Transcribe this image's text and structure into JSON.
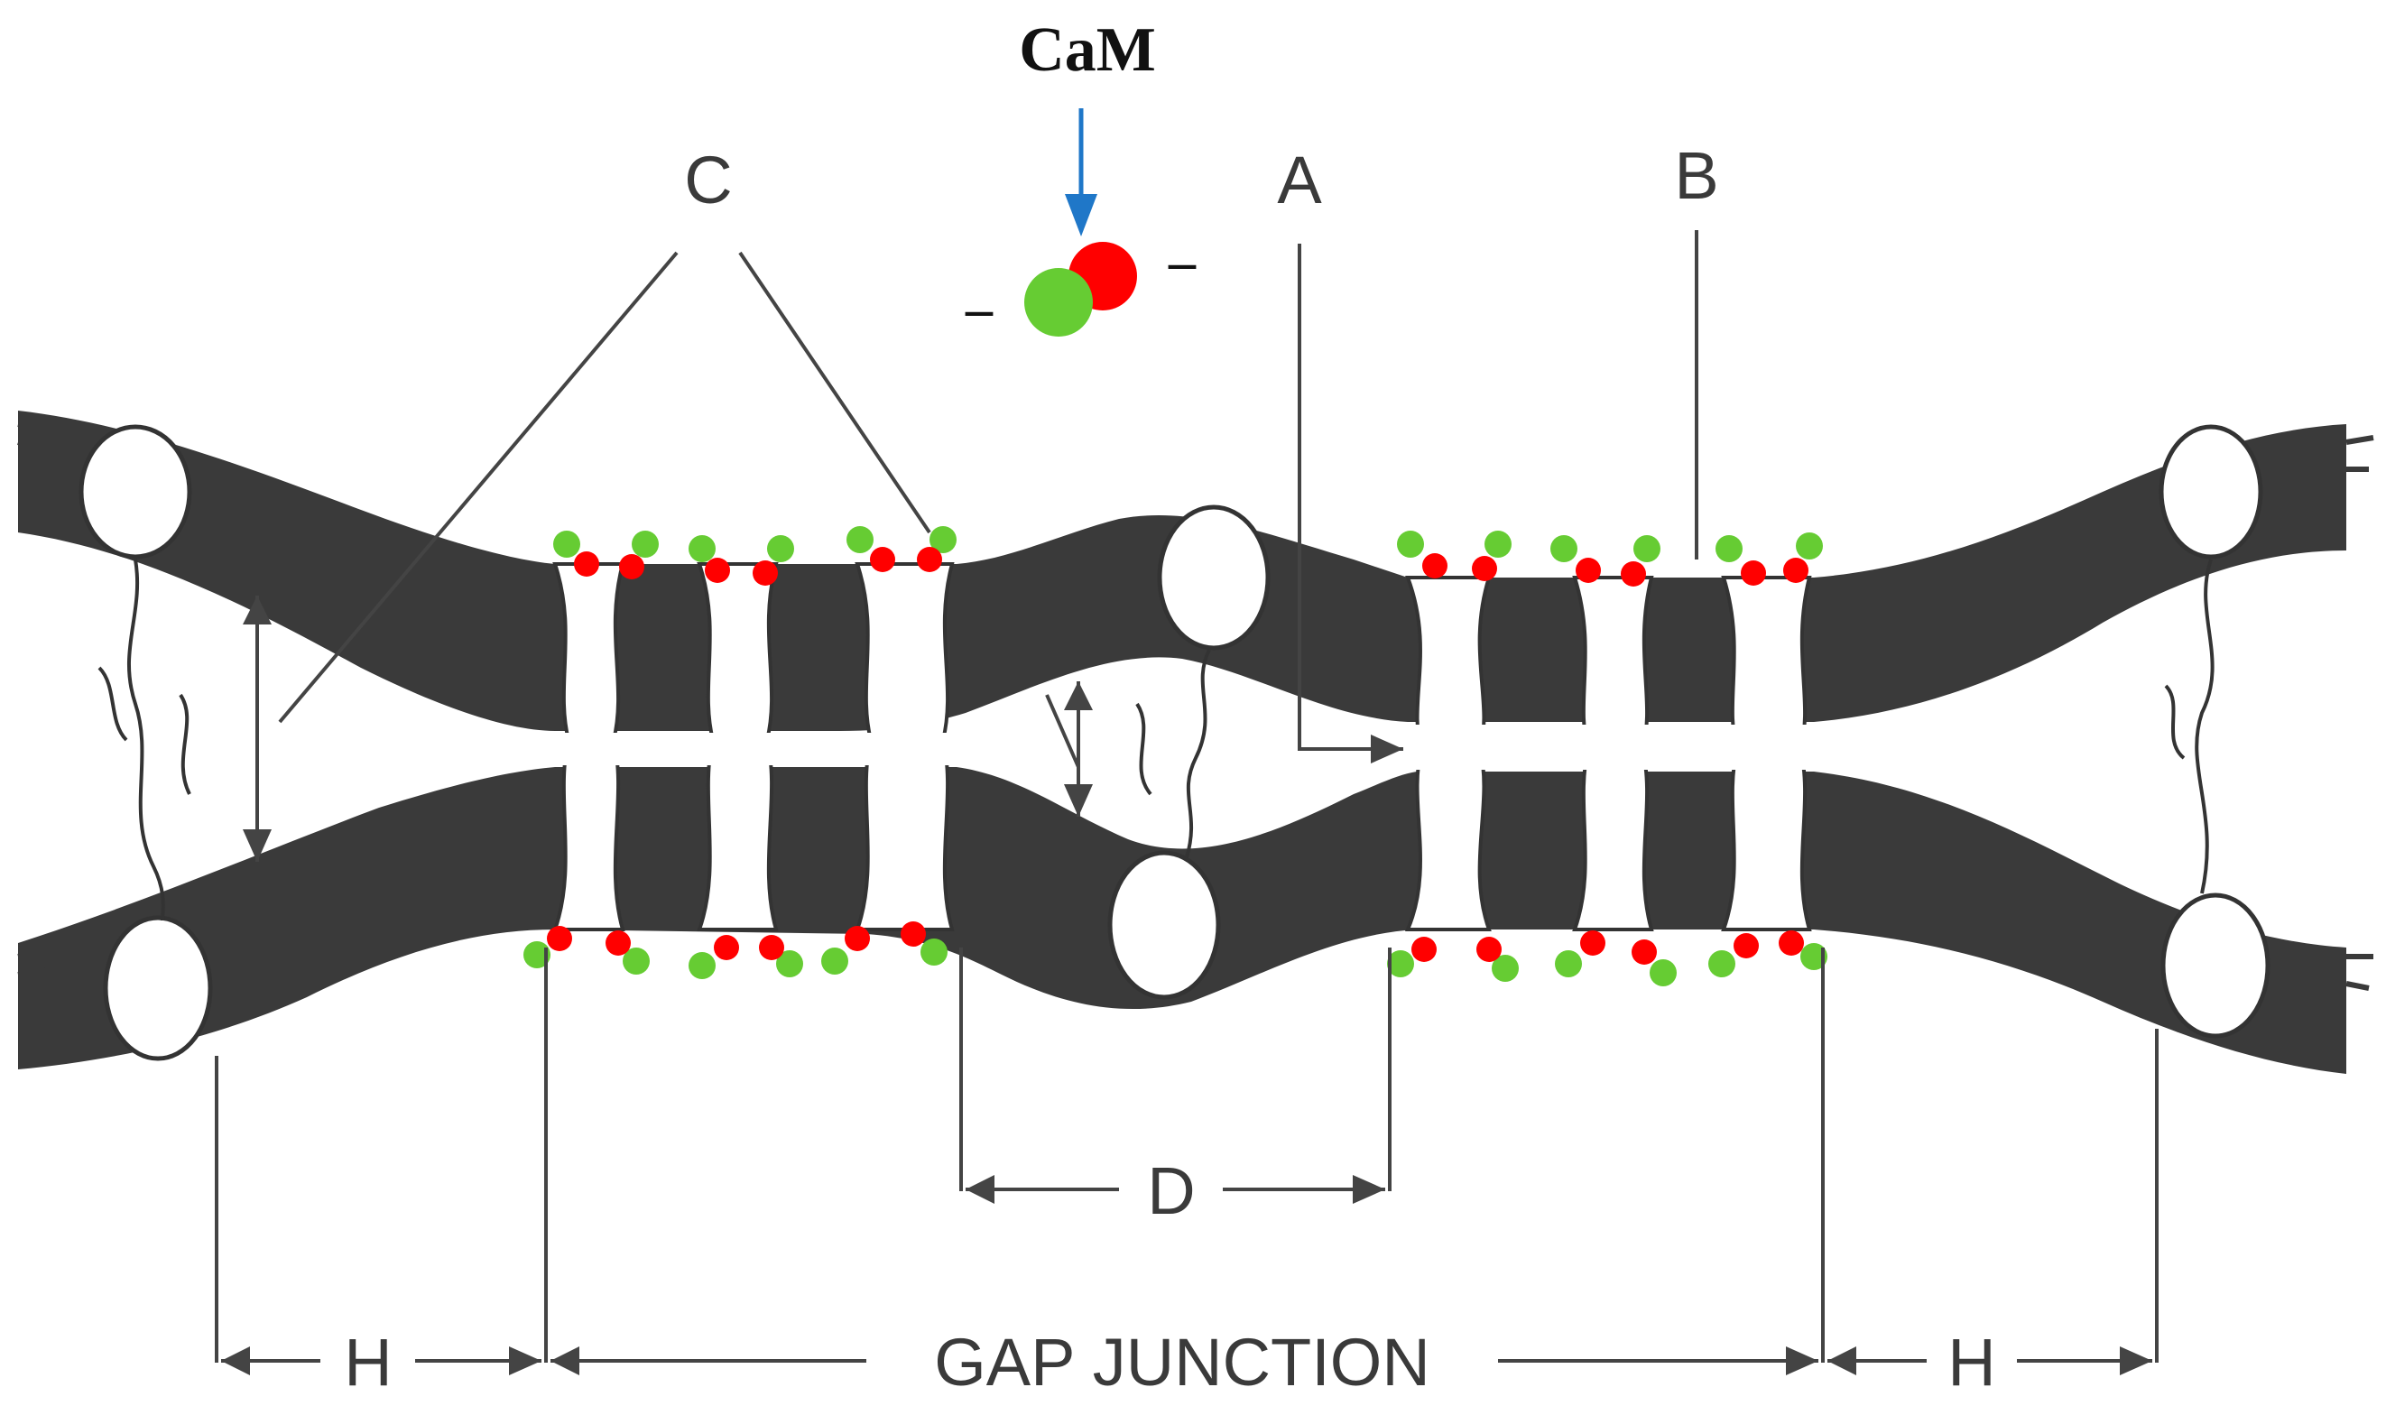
{
  "labels": {
    "cam": "CaM",
    "minus_left": "–",
    "minus_right": "–",
    "c": "C",
    "a": "A",
    "b": "B",
    "d": "D",
    "h_left": "H",
    "gap_junction": "GAP JUNCTION",
    "h_right": "H"
  },
  "colors": {
    "membrane": "#3a3a3a",
    "line": "#444444",
    "cam_arrow": "#1f77c8",
    "cam_red": "#ff0000",
    "cam_green": "#66cc33",
    "background": "#ffffff"
  }
}
